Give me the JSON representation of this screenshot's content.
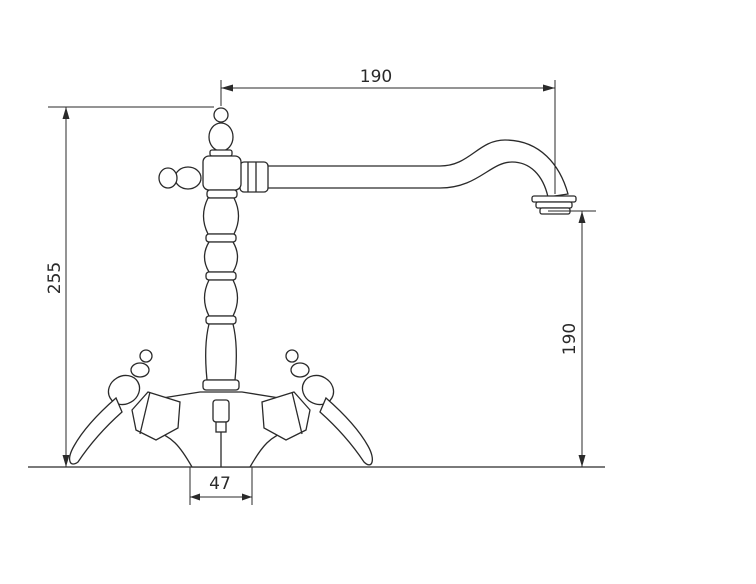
{
  "dimensions": {
    "spout_reach": "190",
    "total_height": "255",
    "spout_height": "190",
    "base_width": "47"
  }
}
